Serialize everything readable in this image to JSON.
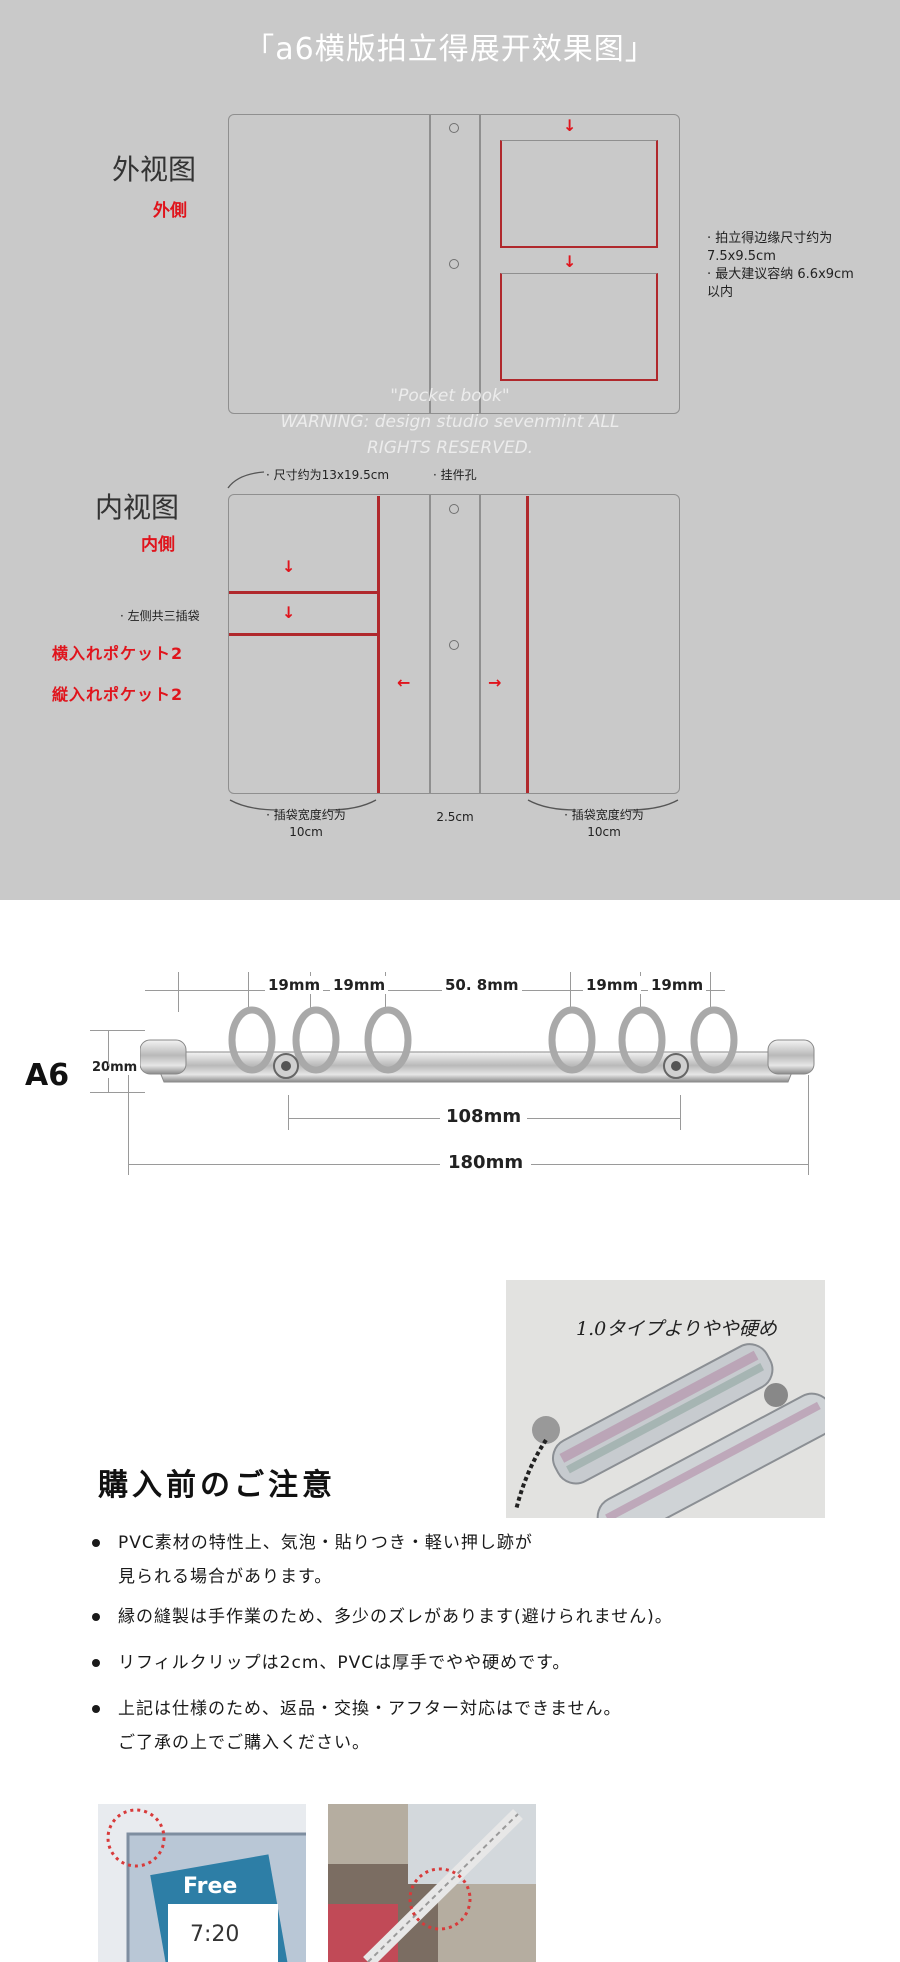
{
  "diagram": {
    "title": "「a6横版拍立得展开效果图」",
    "outer": {
      "label": "外视图",
      "label_jp": "外側",
      "notes": [
        "· 拍立得边缘尺寸约为",
        "7.5x9.5cm",
        "· 最大建议容纳 6.6x9cm",
        "以内"
      ]
    },
    "watermark": [
      "\"Pocket book\"",
      "WARNING: design studio sevenmint ALL",
      "RIGHTS RESERVED."
    ],
    "inner": {
      "label": "内视图",
      "label_jp": "内側",
      "size_note": "· 尺寸约为13x19.5cm",
      "hole_note": "· 挂件孔",
      "pockets_note": "· 左侧共三插袋",
      "pocket_h": "横入れポケット2",
      "pocket_v": "縦入れポケット2",
      "left_width": [
        "· 插袋宽度约为",
        "10cm"
      ],
      "spine_width": "2.5cm",
      "right_width": [
        "· 插袋宽度约为",
        "10cm"
      ]
    },
    "arrows": {
      "down": "↓",
      "left": "←",
      "right": "→"
    },
    "colors": {
      "background": "#c9c9c9",
      "accent_red": "#e0141c",
      "line_red": "#b0282c"
    }
  },
  "ring": {
    "size_label": "A6",
    "height_label": "20mm",
    "top_dims": [
      "19mm",
      "19mm",
      "50. 8mm",
      "19mm",
      "19mm"
    ],
    "hole_span": "108mm",
    "total_length": "180mm"
  },
  "notes": {
    "photo_caption": "1.0タイプよりやや硬め",
    "title": "購入前のご注意",
    "items": [
      [
        "PVC素材の特性上、気泡・貼りつき・軽い押し跡が",
        "見られる場合があります。"
      ],
      [
        "縁の縫製は手作業のため、多少のズレがあります(避けられません)。"
      ],
      [
        "リフィルクリップは2cm、PVCは厚手でやや硬めです。"
      ],
      [
        "上記は仕様のため、返品・交換・アフター対応はできません。",
        "ご了承の上でご購入ください。"
      ]
    ],
    "photo_text": {
      "brand": "Free",
      "time": "7:20"
    }
  }
}
